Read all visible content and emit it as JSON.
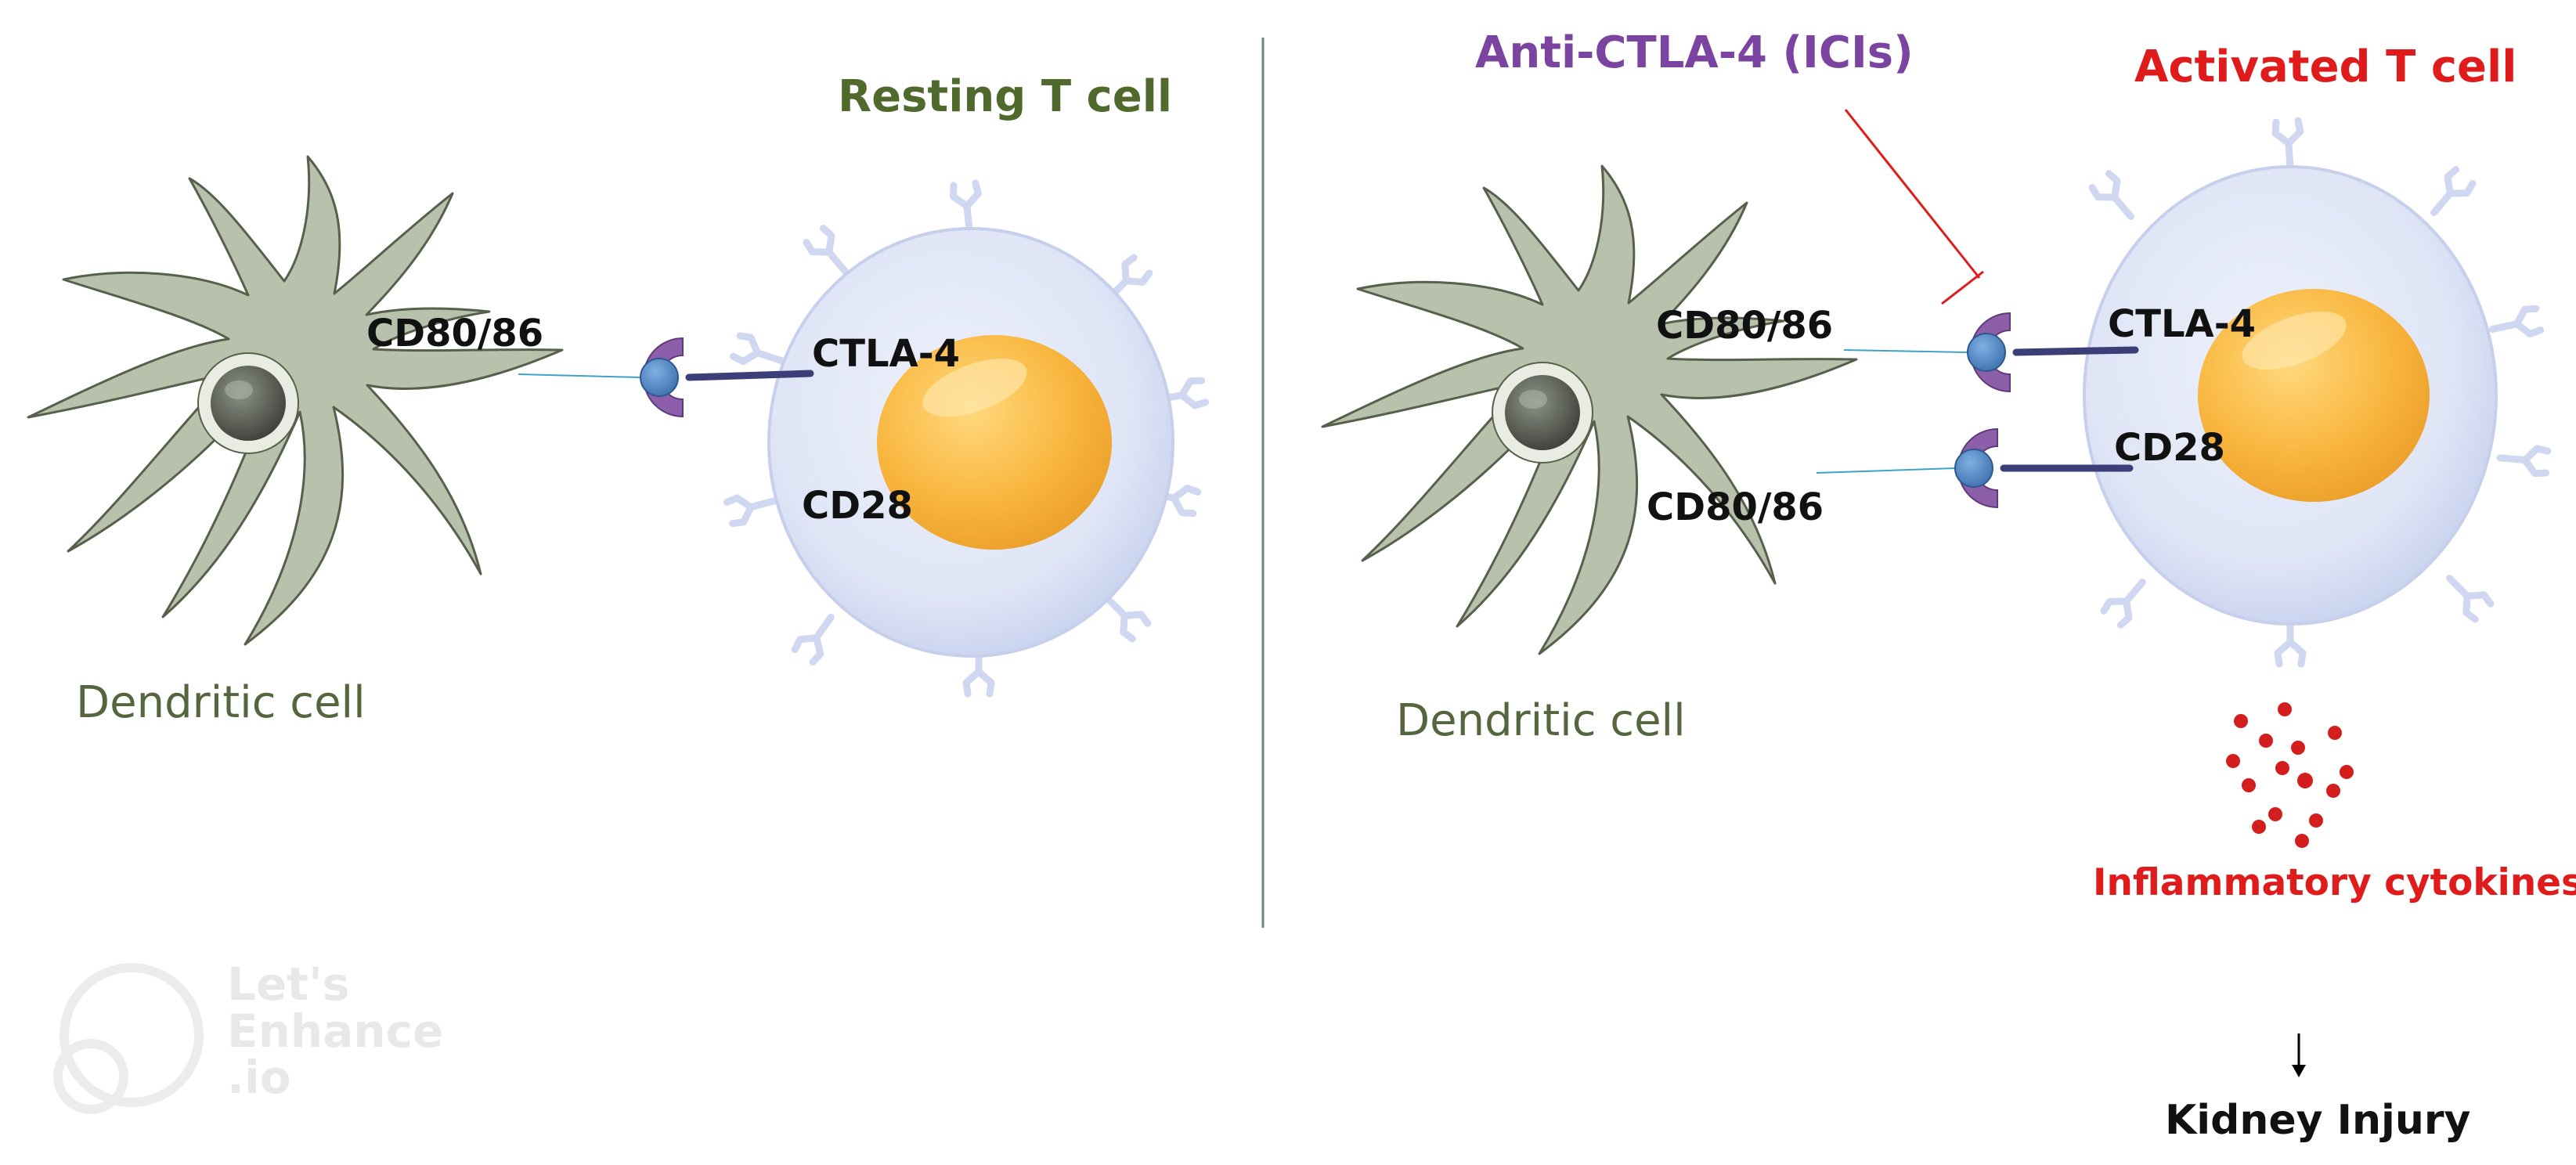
{
  "left_panel": {
    "title": "Resting T cell",
    "dendritic_label": "Dendritic cell",
    "ligand_label": "CD80/86",
    "ctla4_label": "CTLA-4",
    "cd28_label": "CD28"
  },
  "right_panel": {
    "drug_label": "Anti-CTLA-4 (ICIs)",
    "title": "Activated T cell",
    "dendritic_label": "Dendritic cell",
    "ligand_top_label": "CD80/86",
    "ligand_bottom_label": "CD80/86",
    "ctla4_label": "CTLA-4",
    "cd28_label": "CD28",
    "cytokines_label": "Inflammatory cytokines",
    "outcome_label": "Kidney Injury"
  },
  "watermark": "Let's\nEnhance\n.io",
  "colors": {
    "dendritic_fill": "#b8c1ab",
    "dendritic_stroke": "#56604b",
    "tcell_membrane": "#dfe5f6",
    "nucleus": "#f9b740",
    "ctla4_receptor": "#8d5fab",
    "ligand_ball": "#4f86c4",
    "resting_title": "#4f6a2c",
    "drug": "#7b44a0",
    "activated": "#e01b1b",
    "divider": "#6b8a7f"
  },
  "icons": [
    "dendritic-cell-icon",
    "t-cell-icon",
    "nucleus-icon",
    "receptor-icon",
    "inhibition-icon",
    "cytokine-dots-icon",
    "down-arrow-icon"
  ]
}
